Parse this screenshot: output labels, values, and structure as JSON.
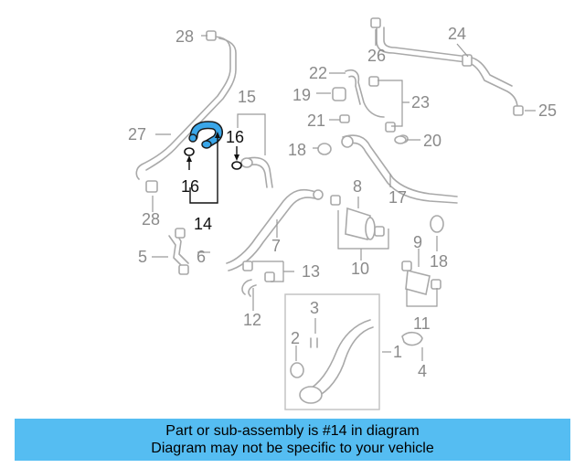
{
  "highlight_color": "#3aa6e8",
  "banner_color": "#55bdf2",
  "callouts": {
    "c1": "1",
    "c2": "2",
    "c3": "3",
    "c4": "4",
    "c5": "5",
    "c6": "6",
    "c7": "7",
    "c8": "8",
    "c9": "9",
    "c10": "10",
    "c11": "11",
    "c12": "12",
    "c13": "13",
    "c14": "14",
    "c15": "15",
    "c16a": "16",
    "c16b": "16",
    "c17": "17",
    "c18a": "18",
    "c18b": "18",
    "c19": "19",
    "c20": "20",
    "c21": "21",
    "c22": "22",
    "c23": "23",
    "c24": "24",
    "c25": "25",
    "c26": "26",
    "c27": "27",
    "c28a": "28",
    "c28b": "28"
  },
  "banner": {
    "line1": "Part or sub-assembly is #14 in diagram",
    "line2": "Diagram may not be specific to your vehicle"
  }
}
